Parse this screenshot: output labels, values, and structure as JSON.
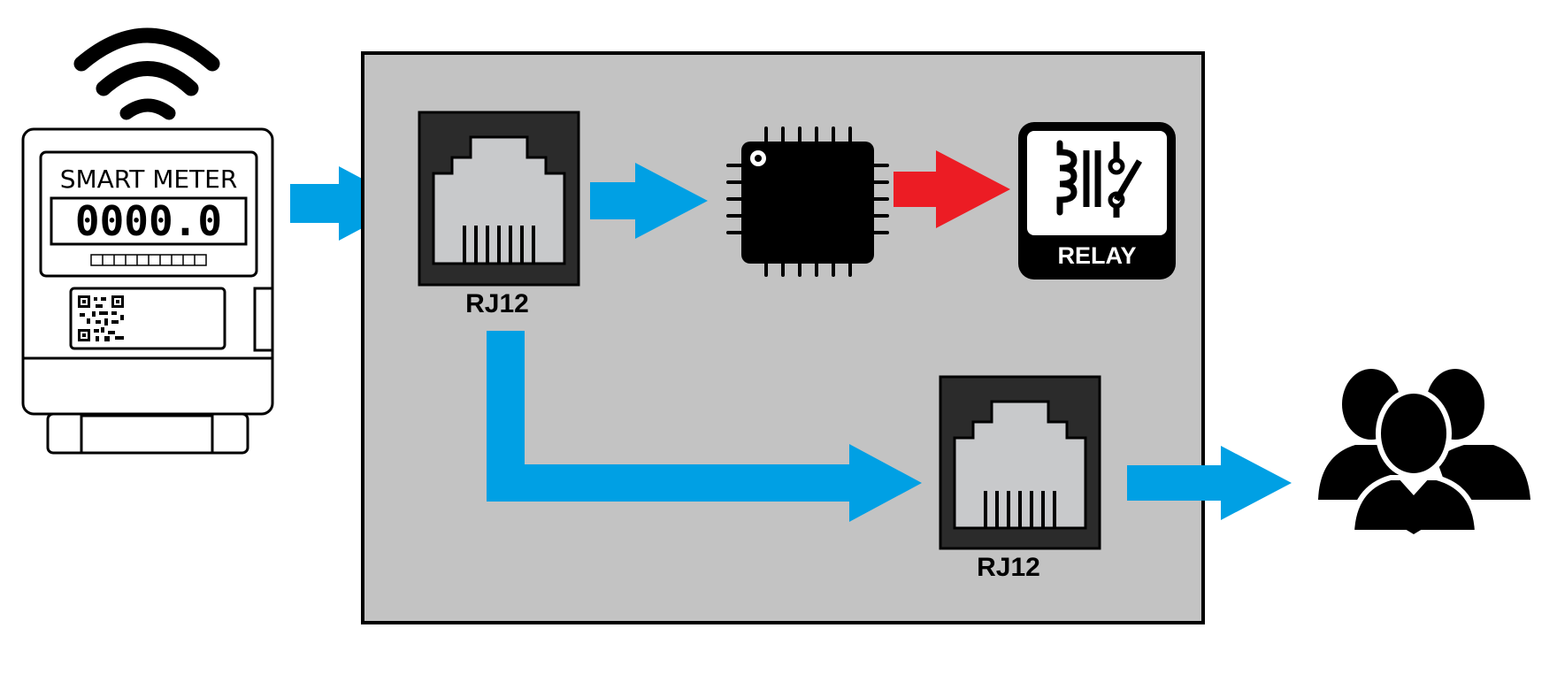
{
  "colors": {
    "panel": "#c3c3c3",
    "flow_arrow": "#00a0e4",
    "control_arrow": "#ec1c24",
    "jack_body": "#2b2b2b",
    "jack_socket": "#c8c9cb"
  },
  "meter": {
    "title": "SMART METER",
    "reading": "0000.0",
    "icons": [
      "wifi-icon",
      "qr-code-icon"
    ]
  },
  "rj12_in": {
    "label": "RJ12",
    "icon": "rj12-jack-icon"
  },
  "rj12_out": {
    "label": "RJ12",
    "icon": "rj12-jack-icon"
  },
  "mcu": {
    "icon": "microcontroller-chip-icon"
  },
  "relay": {
    "label": "RELAY",
    "icon": "relay-icon"
  },
  "users": {
    "icon": "user-group-icon"
  }
}
